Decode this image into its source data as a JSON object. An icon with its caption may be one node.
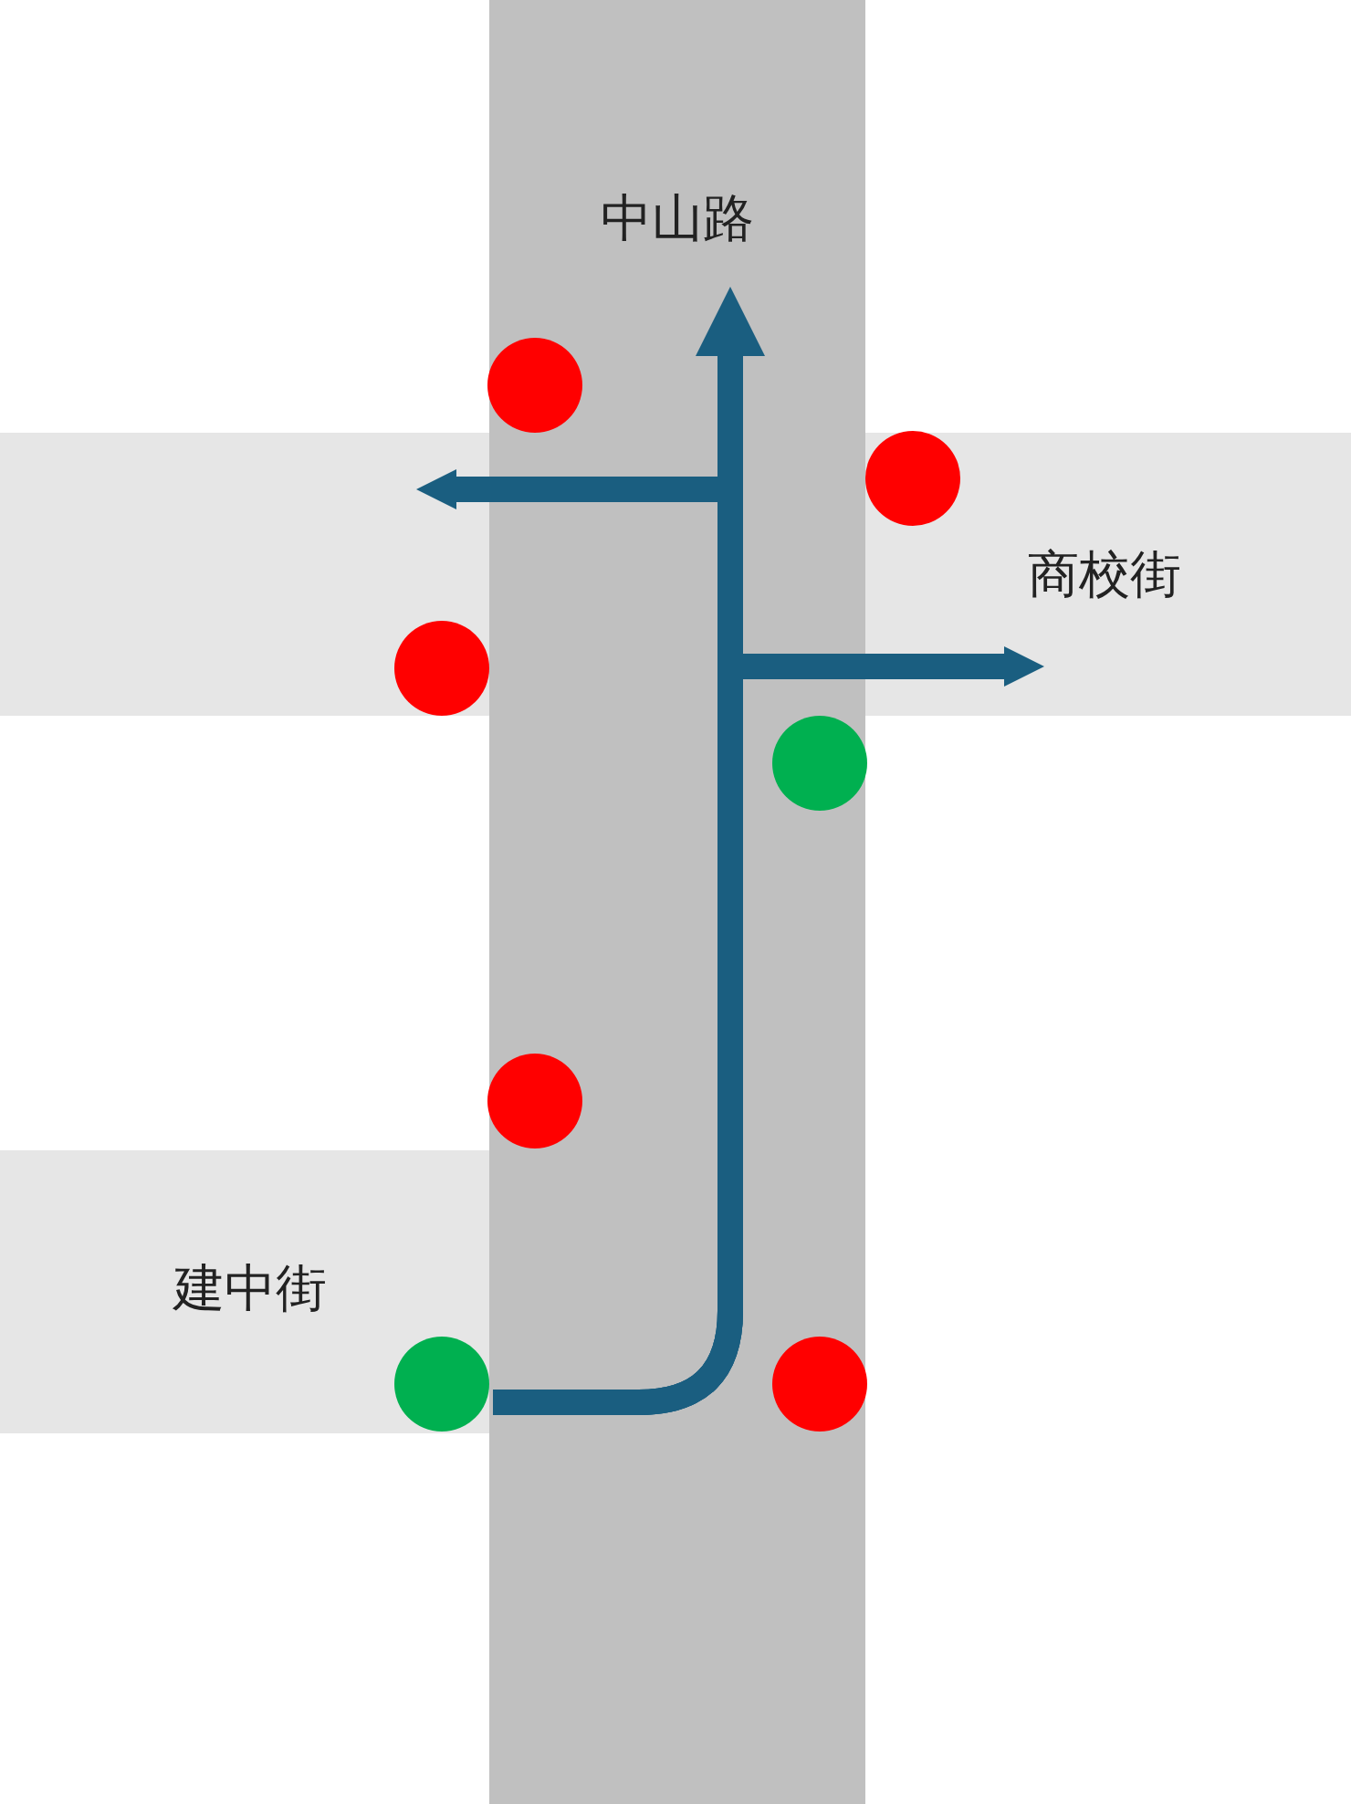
{
  "diagram": {
    "nodes": [
      {
        "text": [
          "中山路"
        ]
      },
      {
        "text": [
          "商校街"
        ]
      },
      {
        "text": [
          "建中街"
        ]
      },
      {
        "text": [],
        "shape": "bar"
      }
    ],
    "edges": [
      {
        "from": 2,
        "to": 0,
        "arrow": "to"
      },
      {
        "from": 2,
        "to": 3,
        "arrow": "to"
      },
      {
        "from": 2,
        "to": 1,
        "arrow": "to"
      }
    ]
  }
}
